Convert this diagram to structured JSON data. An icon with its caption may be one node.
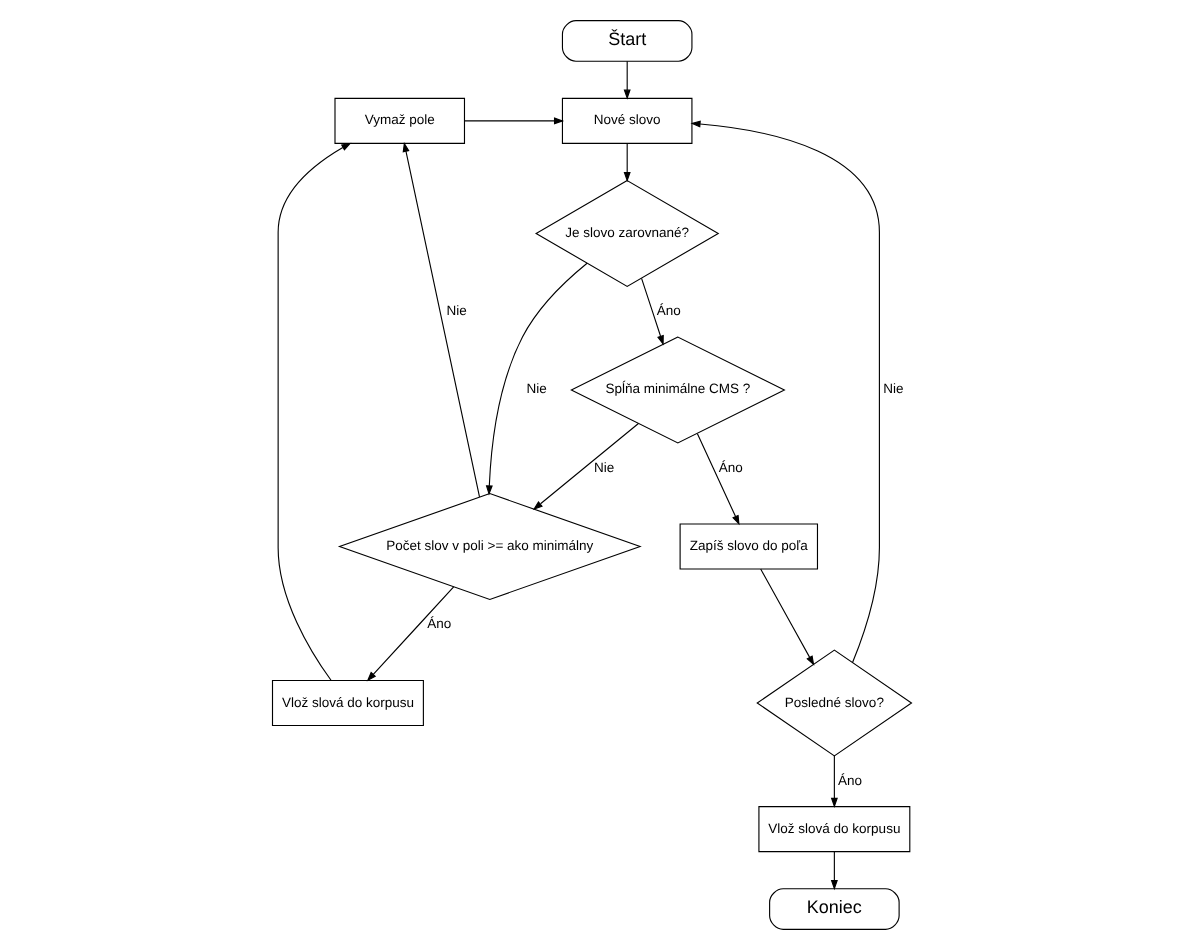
{
  "diagram": {
    "nodes": [
      {
        "text": [
          "Štart"
        ]
      },
      {
        "text": [
          "Nové slovo"
        ]
      },
      {
        "text": [
          "Vymaž pole"
        ]
      },
      {
        "text": [
          "Posledné slovo?"
        ]
      },
      {
        "text": [
          "Je slovo zarovnané?"
        ]
      },
      {
        "text": [
          "Počet slov v poli >= ako minimálny"
        ]
      },
      {
        "text": [
          "Vlož slová do korpusu"
        ]
      },
      {
        "text": [
          "Spĺňa minimálne CMS ?"
        ]
      },
      {
        "text": [
          "Vlož slová do korpusu"
        ]
      },
      {
        "text": [
          "Koniec"
        ]
      },
      {
        "text": [
          "Zapíš slovo do poľa"
        ]
      }
    ],
    "edges": [
      {
        "from": 0,
        "to": 1,
        "arrow": "to"
      },
      {
        "from": 2,
        "to": 1,
        "arrow": "to"
      },
      {
        "from": 3,
        "to": 1,
        "arrow": "to",
        "label": "Nie"
      },
      {
        "from": 1,
        "to": 4,
        "arrow": "to"
      },
      {
        "from": 4,
        "to": 5,
        "arrow": "to",
        "label": "Nie"
      },
      {
        "from": 4,
        "to": 7,
        "arrow": "to",
        "label": "Áno"
      },
      {
        "from": 7,
        "to": 5,
        "arrow": "to",
        "label": "Nie"
      },
      {
        "from": 7,
        "to": 10,
        "arrow": "to",
        "label": "Áno"
      },
      {
        "from": 10,
        "to": 3,
        "arrow": "to"
      },
      {
        "from": 3,
        "to": 6,
        "arrow": "to",
        "label": "Áno"
      },
      {
        "from": 6,
        "to": 9,
        "arrow": "to"
      },
      {
        "from": 5,
        "to": 8,
        "arrow": "to",
        "label": "Áno"
      },
      {
        "from": 5,
        "to": 2,
        "arrow": "to",
        "label": "Nie"
      },
      {
        "from": 8,
        "to": 2,
        "arrow": "to"
      }
    ]
  }
}
